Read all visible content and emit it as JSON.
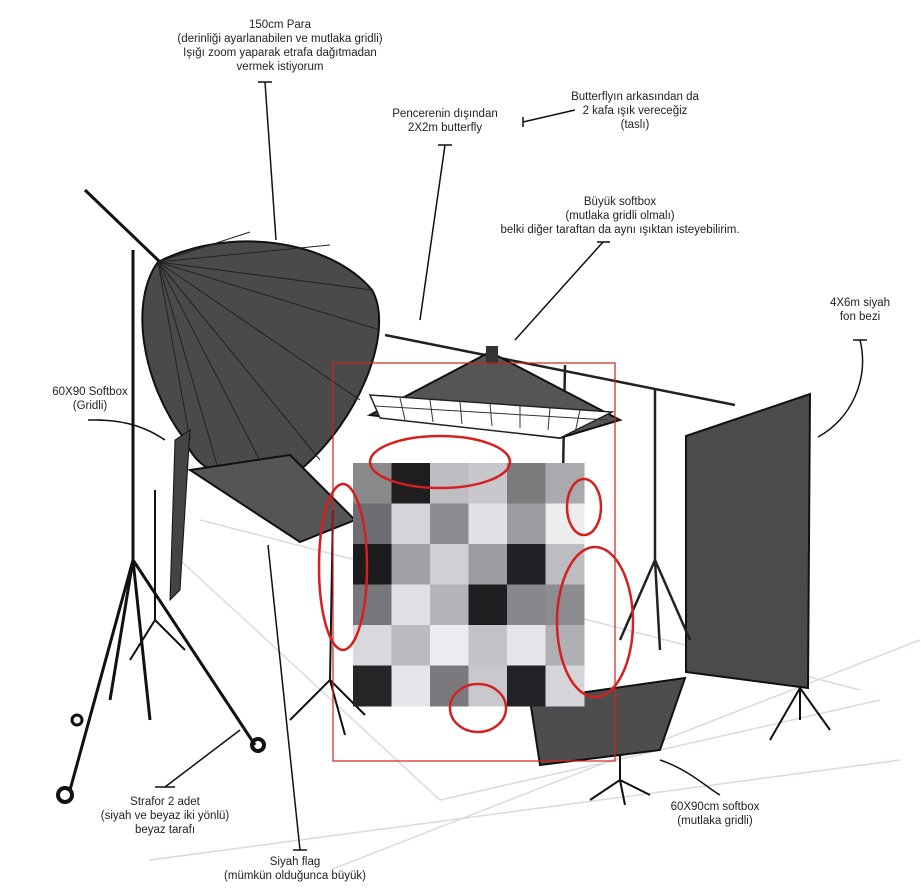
{
  "labels": {
    "para": [
      "150cm Para",
      "(derinliği ayarlanabilen ve mutlaka gridli)",
      "Işığı zoom yaparak etrafa dağıtmadan",
      "vermek istiyorum"
    ],
    "butterfly": [
      "Pencerenin dışından",
      "2X2m butterfly"
    ],
    "butterfly_back": [
      "Butterflyın arkasından da",
      "2 kafa ışık vereceğiz",
      "(taslı)"
    ],
    "big_softbox": [
      "Büyük softbox",
      "(mutlaka gridli olmalı)",
      "belki diğer taraftan da aynı ışıktan isteyebilirim."
    ],
    "backdrop": [
      "4X6m siyah",
      "fon bezi"
    ],
    "left_softbox": [
      "60X90 Softbox",
      "(Gridli)"
    ],
    "strafor": [
      "Strafor 2 adet",
      "(siyah ve beyaz iki yönlü)",
      "beyaz tarafı"
    ],
    "flag": [
      "Siyah flag",
      "(mümkün olduğunca büyük)"
    ],
    "bottom_softbox": [
      "60X90cm softbox",
      "(mutlaka gridli)"
    ]
  },
  "colors": {
    "highlight": "#d42020",
    "equipment": "#4a4a4a",
    "ink": "#111111"
  }
}
